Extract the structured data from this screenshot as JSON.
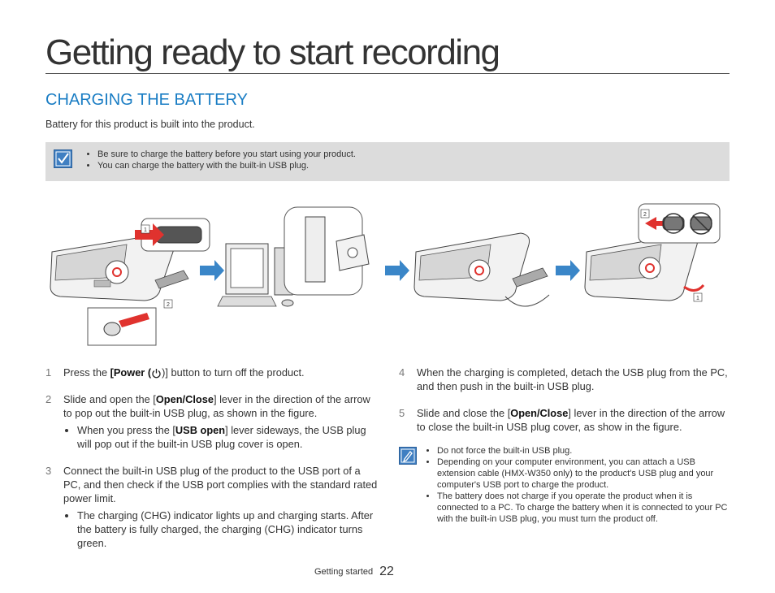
{
  "page_title": "Getting ready to start recording",
  "section_title": "CHARGING THE BATTERY",
  "intro": "Battery for this product is built into the product.",
  "notebox": {
    "items": [
      "Be sure to charge the battery before you start using your product.",
      "You can charge the battery with the built-in USB plug."
    ]
  },
  "figure": {
    "callouts": [
      "1",
      "2",
      "2",
      "1"
    ]
  },
  "steps": [
    {
      "num": "1",
      "pre": "Press the ",
      "bold": "[Power (",
      "post": ")] button to turn off the product."
    },
    {
      "num": "2",
      "pre": "Slide and open the [",
      "bold": "Open/Close",
      "post": "] lever in the direction of the arrow to pop out the built-in USB plug, as shown in the figure.",
      "sub_pre": "When you press the [",
      "sub_bold": "USB open",
      "sub_post": "] lever sideways, the USB plug will pop out if the built-in USB plug cover is open."
    },
    {
      "num": "3",
      "text": "Connect the built-in USB plug of the product to the USB port of a PC, and then check if the USB port complies with the standard rated power limit.",
      "sub": "The charging (CHG) indicator lights up and charging starts. After the battery is fully charged, the charging (CHG) indicator turns green."
    },
    {
      "num": "4",
      "text": "When the charging is completed, detach the USB plug from the PC, and then push in the built-in USB plug."
    },
    {
      "num": "5",
      "pre": "Slide and close the [",
      "bold": "Open/Close",
      "post": "] lever in the direction of the arrow to close the built-in USB plug cover, as show in the figure."
    }
  ],
  "memo": {
    "items": [
      "Do not force the built-in USB plug.",
      "Depending on your computer environment, you can attach a USB extension cable (HMX-W350 only) to the product's USB plug and your computer's USB port to charge the product.",
      "The battery does not charge if you operate the product when it is connected to a PC. To charge the battery when it is connected to your PC with the built-in USB plug, you must turn the product off."
    ]
  },
  "footer": {
    "label": "Getting started",
    "page": "22"
  },
  "colors": {
    "heading_blue": "#1a7dc4",
    "arrow_blue": "#3a86c8",
    "arrow_red": "#e0322e",
    "note_gray": "#dcdcdc"
  }
}
